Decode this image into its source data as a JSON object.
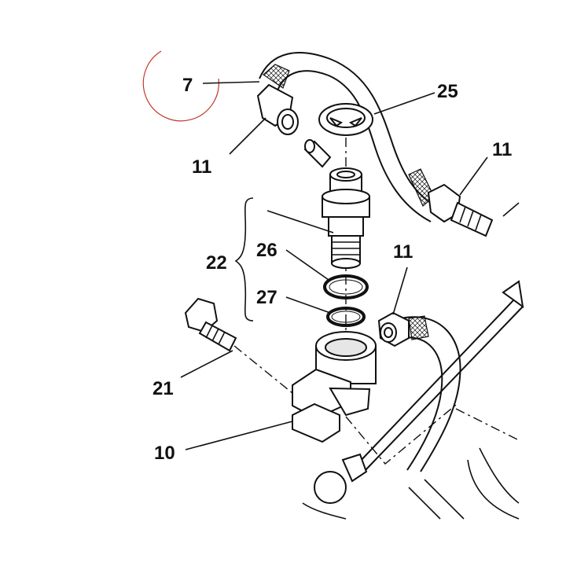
{
  "diagram": {
    "title": "",
    "labels": {
      "l7": "7",
      "l25": "25",
      "l11a": "11",
      "l11b": "11",
      "l11c": "11",
      "l22": "22",
      "l26": "26",
      "l27": "27",
      "l21": "21",
      "l10": "10"
    },
    "colors": {
      "ink": "#111111",
      "highlight_circle": "#c0392b",
      "background": "#ffffff"
    }
  }
}
